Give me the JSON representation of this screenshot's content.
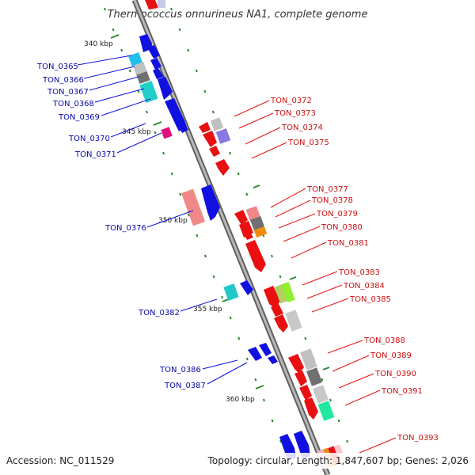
{
  "title": "Thermococcus onnurineus NA1, complete genome",
  "footer": {
    "accession": "Accession: NC_011529",
    "topology": "Topology: circular, Length: 1,847,607 bp; Genes: 2,026"
  },
  "ticks": [
    "340 kbp",
    "345 kbp",
    "350 kbp",
    "355 kbp",
    "360 kbp"
  ],
  "left_labels": [
    "TON_0365",
    "TON_0366",
    "TON_0367",
    "TON_0368",
    "TON_0369",
    "TON_0370",
    "TON_0371",
    "TON_0376",
    "TON_0382",
    "TON_0386",
    "TON_0387"
  ],
  "right_labels": [
    "TON_0372",
    "TON_0373",
    "TON_0374",
    "TON_0375",
    "TON_0377",
    "TON_0378",
    "TON_0379",
    "TON_0380",
    "TON_0381",
    "TON_0383",
    "TON_0384",
    "TON_0385",
    "TON_0388",
    "TON_0389",
    "TON_0390",
    "TON_0391",
    "TON_0393"
  ],
  "colors": {
    "forward_strand": "#1010e0",
    "reverse_strand": "#e81010",
    "forward_label": "#0a0aa8",
    "reverse_label": "#cc1010",
    "backbone": "#909090",
    "tick_mark": "#2a8a2a"
  }
}
